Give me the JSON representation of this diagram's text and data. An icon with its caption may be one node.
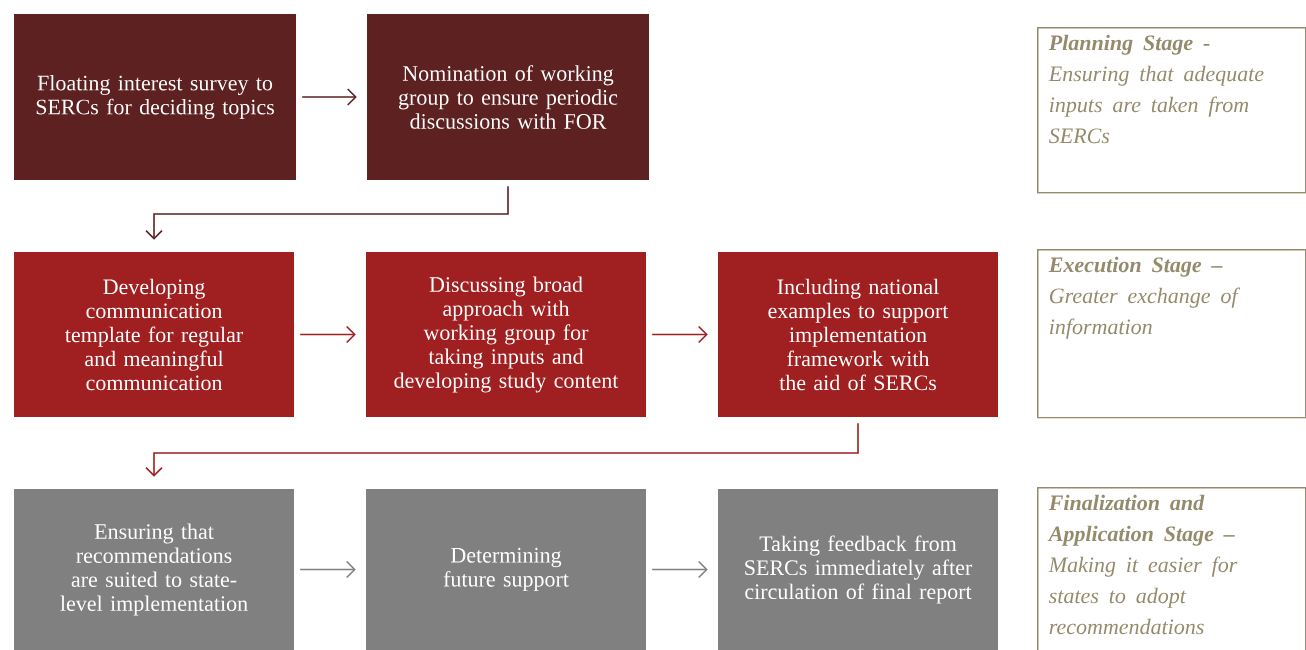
{
  "diagram": {
    "nodes": [
      {
        "text": [
          "Floating interest survey to SERCs for deciding topics"
        ]
      },
      {
        "text": [
          "Nomination of working group to ensure periodic discussions with FOR"
        ]
      },
      {
        "text": [
          "Developing communication template for regular and meaningful communication"
        ]
      },
      {
        "text": [
          "Discussing broad approach with working group for taking inputs and developing study content"
        ]
      },
      {
        "text": [
          "Including national examples to support implementation framework with the aid of SERCs"
        ]
      },
      {
        "text": [
          "Ensuring that recommendations are suited to state-level implementation"
        ]
      },
      {
        "text": [
          "Determining future support"
        ]
      },
      {
        "text": [
          "Taking feedback from SERCs immediately after circulation of final report"
        ]
      },
      {
        "text": [
          "Planning Stage -",
          "Ensuring that adequate inputs are taken from SERCs"
        ]
      },
      {
        "text": [
          "Execution Stage –",
          "Greater exchange of information"
        ]
      },
      {
        "text": [
          "Finalization and Application Stage –",
          "Making it easier for states to adopt recommendations"
        ]
      }
    ],
    "edges": [
      {
        "from": 0,
        "to": 1,
        "arrow": "to",
        "color": "#5c2120"
      },
      {
        "from": 1,
        "to": 2,
        "arrow": "to",
        "color": "#5c2120"
      },
      {
        "from": 2,
        "to": 3,
        "arrow": "to"
      },
      {
        "from": 3,
        "to": 4,
        "arrow": "to"
      },
      {
        "from": 4,
        "to": 5,
        "arrow": "to"
      },
      {
        "from": 5,
        "to": 6,
        "arrow": "to",
        "color": "#808080"
      },
      {
        "from": 6,
        "to": 7,
        "arrow": "to",
        "color": "#808080"
      }
    ]
  }
}
